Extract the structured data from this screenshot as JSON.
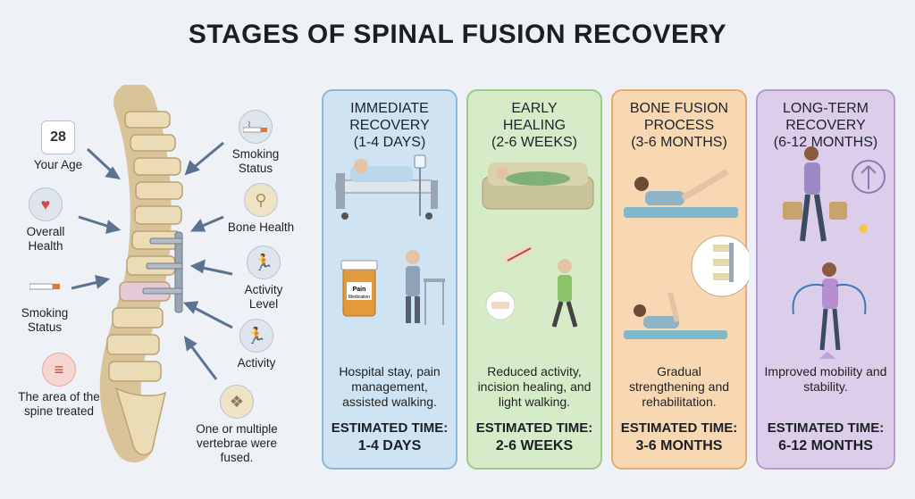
{
  "title": "STAGES OF SPINAL FUSION RECOVERY",
  "factors_left": [
    {
      "label": "Your Age",
      "icon": "calendar-icon",
      "icon_text": "28"
    },
    {
      "label": "Overall Health",
      "icon": "heart-body-icon"
    },
    {
      "label": "Smoking Status",
      "icon": "cigarette-icon"
    },
    {
      "label": "The area of the spine treated",
      "icon": "spine-area-icon"
    }
  ],
  "factors_right": [
    {
      "label": "Smoking Status",
      "icon": "cigarette-smoke-icon"
    },
    {
      "label": "Bone Health",
      "icon": "bone-icon"
    },
    {
      "label": "Activity Level",
      "icon": "running-person-icon"
    },
    {
      "label": "Activity",
      "icon": "running-person-icon"
    },
    {
      "label": "One or multiple vertebrae were fused.",
      "icon": "vertebrae-icon"
    }
  ],
  "stages": [
    {
      "title_1": "IMMEDIATE",
      "title_2": "RECOVERY",
      "title_3": "(1-4 DAYS)",
      "desc": "Hospital stay, pain management, assisted walking.",
      "est_label": "ESTIMATED TIME:",
      "est_value": "1-4 DAYS",
      "bottle_line1": "Pain",
      "bottle_line2": "Medication"
    },
    {
      "title_1": "EARLY",
      "title_2": "HEALING",
      "title_3": "(2-6 WEEKS)",
      "desc": "Reduced activity, incision healing, and light walking.",
      "est_label": "ESTIMATED TIME:",
      "est_value": "2-6 WEEKS"
    },
    {
      "title_1": "BONE FUSION",
      "title_2": "PROCESS",
      "title_3": "(3-6 MONTHS)",
      "desc": "Gradual strengthening and rehabilitation.",
      "est_label": "ESTIMATED TIME:",
      "est_value": "3-6 MONTHS"
    },
    {
      "title_1": "LONG-TERM",
      "title_2": "RECOVERY",
      "title_3": "(6-12 MONTHS)",
      "desc": "Improved mobility and stability.",
      "est_label": "ESTIMATED TIME:",
      "est_value": "6-12 MONTHS"
    }
  ],
  "colors": {
    "stage1": "#cfe3f3",
    "stage2": "#d6ecc9",
    "stage3": "#f8d8b3",
    "stage4": "#dccdea",
    "arrow": "#5b7391",
    "bone": "#e9d7b0"
  }
}
